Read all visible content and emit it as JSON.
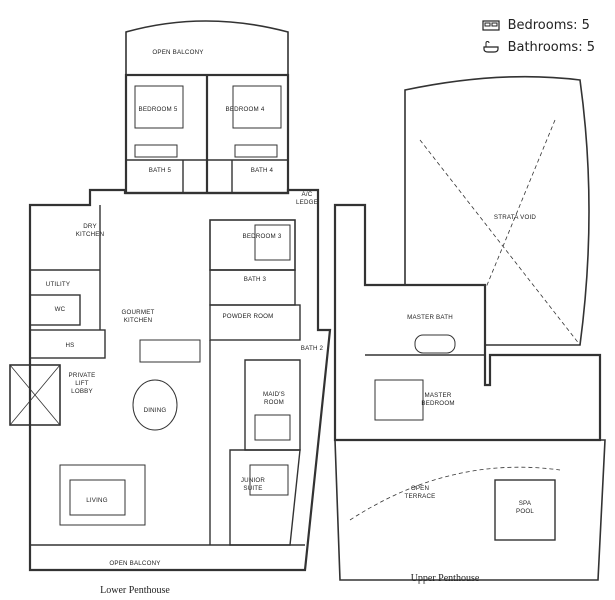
{
  "legend": {
    "bedrooms": "Bedrooms: 5",
    "bathrooms": "Bathrooms: 5"
  },
  "lower": {
    "caption": "Lower Penthouse",
    "rooms": {
      "open_balcony_top": "OPEN BALCONY",
      "bedroom5": "BEDROOM 5",
      "bedroom4": "BEDROOM 4",
      "bath5": "BATH 5",
      "bath4": "BATH 4",
      "ac_ledge_1": "A/C",
      "ac_ledge_2": "LEDGE",
      "dry_kitchen_1": "DRY",
      "dry_kitchen_2": "KITCHEN",
      "bedroom3": "BEDROOM 3",
      "utility": "UTILITY",
      "wc": "WC",
      "bath3": "BATH 3",
      "gourmet_1": "GOURMET",
      "gourmet_2": "KITCHEN",
      "powder_room": "POWDER ROOM",
      "hs": "HS",
      "bath2": "BATH 2",
      "private_1": "PRIVATE",
      "private_2": "LIFT",
      "private_3": "LOBBY",
      "dining": "DINING",
      "maids_1": "MAID'S",
      "maids_2": "ROOM",
      "junior_1": "JUNIOR",
      "junior_2": "SUITE",
      "living": "LIVING",
      "open_balcony_bottom": "OPEN BALCONY"
    }
  },
  "upper": {
    "caption": "Upper Penthouse",
    "rooms": {
      "strata_void": "STRATA VOID",
      "master_bath": "MASTER BATH",
      "master_bedroom_1": "MASTER",
      "master_bedroom_2": "BEDROOM",
      "open_terrace_1": "OPEN",
      "open_terrace_2": "TERRACE",
      "spa_pool_1": "SPA",
      "spa_pool_2": "POOL"
    }
  }
}
